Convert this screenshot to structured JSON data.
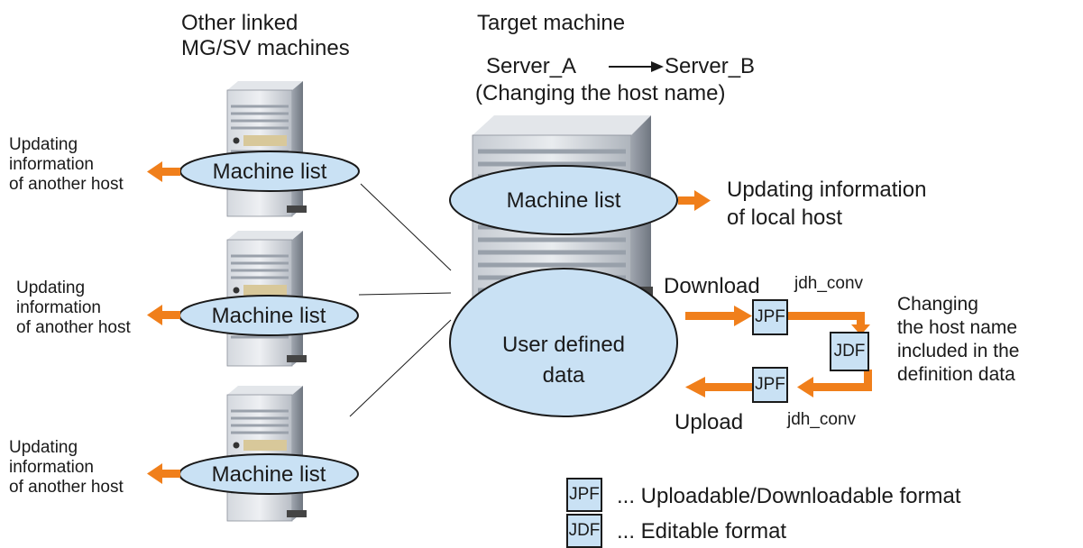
{
  "other_machines_title": [
    "Other linked",
    "MG/SV machines"
  ],
  "target_title": "Target machine",
  "rename": {
    "from": "Server_A",
    "to": "Server_B",
    "caption": "(Changing the host name)"
  },
  "machine_list_label": "Machine list",
  "updating_another": [
    "Updating",
    "information",
    "of another host"
  ],
  "updating_local": [
    "Updating information",
    "of local host"
  ],
  "user_defined_data": [
    "User defined",
    "data"
  ],
  "download_label": "Download",
  "upload_label": "Upload",
  "tool_name": "jdh_conv",
  "jpf": "JPF",
  "jdf": "JDF",
  "changing_note": [
    "Changing",
    "the host name",
    "included in the",
    "definition data"
  ],
  "legend": [
    {
      "format": "JPF",
      "text": "... Uploadable/Downloadable format"
    },
    {
      "format": "JDF",
      "text": "... Editable format"
    }
  ],
  "colors": {
    "arrow": "#f07f1b",
    "ellipse_fill": "#c9e1f4",
    "outline": "#1a1a1a",
    "format_box": "#c9e1f4"
  }
}
